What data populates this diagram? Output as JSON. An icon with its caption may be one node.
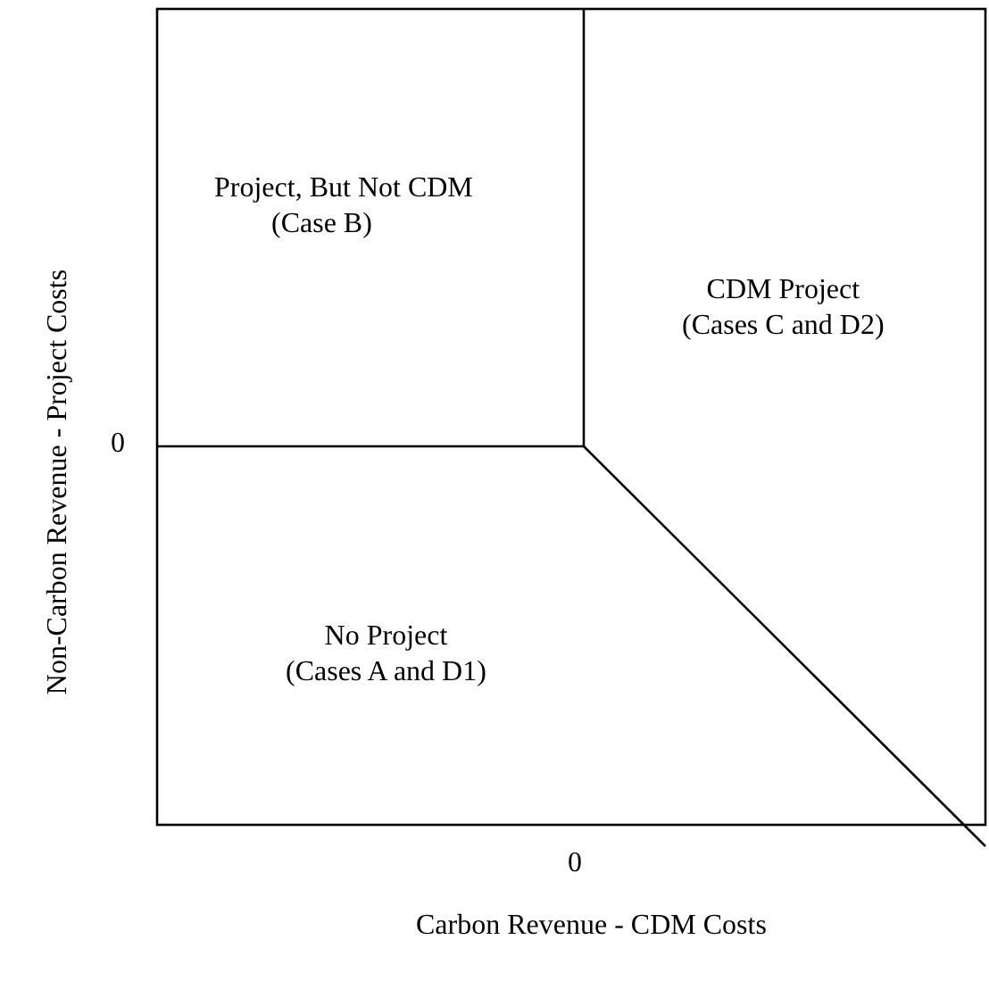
{
  "diagram": {
    "nodes": [
      {
        "text": [
          "Project, But Not CDM",
          "(Case B)"
        ]
      },
      {
        "text": [
          "CDM Project",
          "(Cases C and D2)"
        ]
      },
      {
        "text": [
          "No Project",
          "(Cases A and D1)"
        ]
      }
    ],
    "labels": [
      "Non-Carbon Revenue - Project Costs",
      "0",
      "0",
      "Carbon Revenue - CDM Costs"
    ]
  }
}
